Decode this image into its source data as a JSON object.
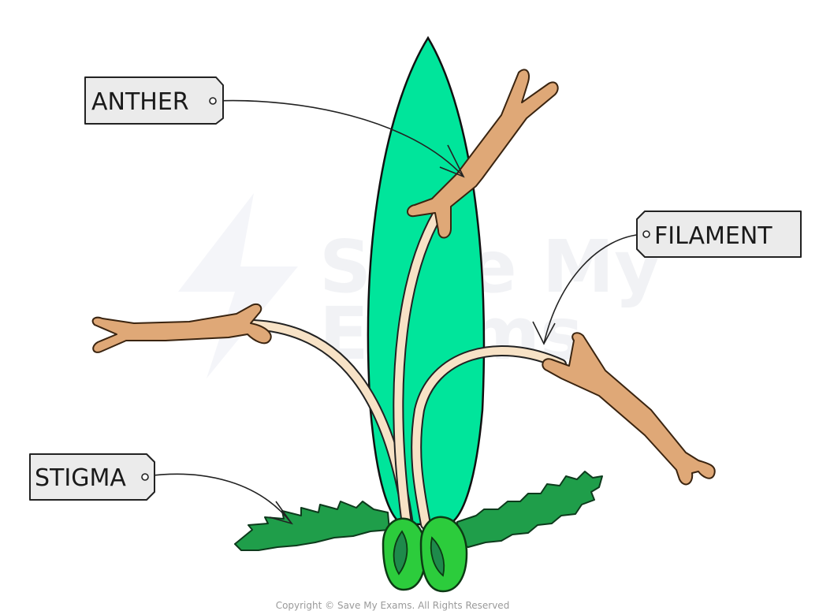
{
  "labels": {
    "anther": "ANTHER",
    "filament": "FILAMENT",
    "stigma": "STIGMA"
  },
  "watermark": {
    "line1": "Save My",
    "line2": "Exams"
  },
  "copyright": "Copyright © Save My Exams. All Rights Reserved",
  "colors": {
    "bract": "#00e59b",
    "anther": "#dfa877",
    "filament": "#f7e2c6",
    "stigma": "#1f9e4a",
    "ovary": "#2ccc3c",
    "tag": "#ebebeb"
  }
}
